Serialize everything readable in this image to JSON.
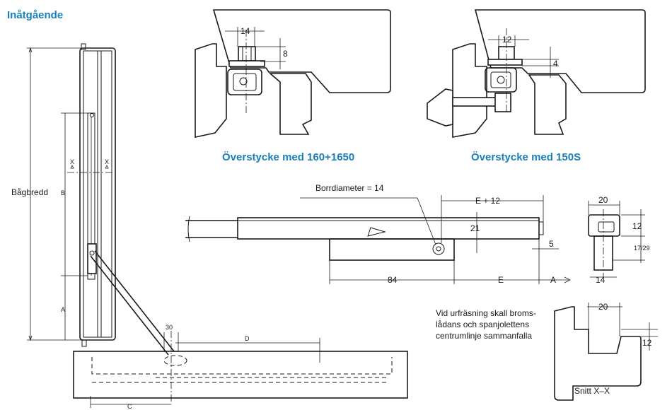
{
  "title": "Inåtgående",
  "colors": {
    "accent": "#1a7fb8",
    "line": "#1a1a1a",
    "background": "#ffffff"
  },
  "captions": {
    "overstycke_left": "Överstycke med 160+1650",
    "overstycke_right": "Överstycke med 150S"
  },
  "labels": {
    "bagbredd": "Bågbredd",
    "b": "B",
    "a": "A",
    "c": "C",
    "d": "D",
    "x_left": "X",
    "x_right": "X",
    "borrdiameter": "Borrdiameter = 14",
    "e_plus_12": "E + 12",
    "e": "E",
    "a_arrow": "A",
    "snitt": "Snitt X–X"
  },
  "dimensions": {
    "d14": "14",
    "d8": "8",
    "d12_top": "12",
    "d4": "4",
    "d21": "21",
    "d5": "5",
    "d84": "84",
    "d20_top": "20",
    "d12_right": "12",
    "d17_29": "17/29",
    "d14_bottom": "14",
    "d30": "30",
    "d20_section": "20",
    "d12_section": "12"
  },
  "note_lines": [
    "Vid urfräsning skall broms-",
    "lådans och spanjolettens",
    "centrumlinje sammanfalla"
  ]
}
